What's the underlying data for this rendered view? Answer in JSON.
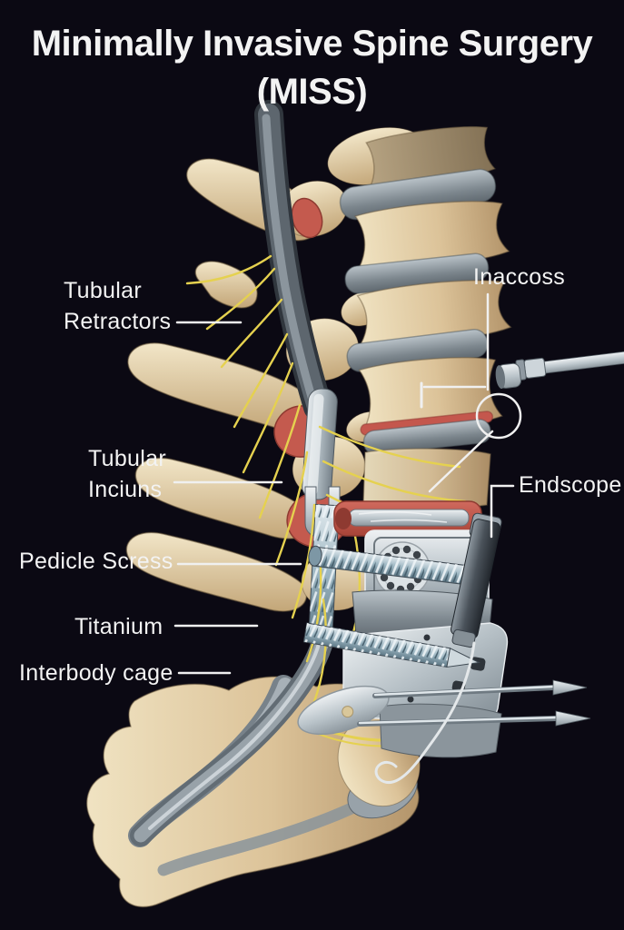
{
  "title": {
    "line1": "Minimally Invasive Spine Surgery",
    "line2": "(MISS)"
  },
  "labels": {
    "tubular_retractors": "Tubular\nRetractors",
    "inaccoss": "Inaccoss",
    "tubular_inciuns": "Tubular\nInciuns",
    "endscope": "Endscope",
    "pedicle_scress": "Pedicle Scress",
    "titanium": "Titanium",
    "interbody_cage": "Interbody cage"
  },
  "colors": {
    "background": "#0b0913",
    "label_text": "#f3f3f3",
    "leader_line": "#f0f0f0",
    "bone": "#e9d8b4",
    "bone_shadow": "#b3946a",
    "disc_gray": "#97a1a9",
    "nerve_yellow": "#e5d14f",
    "inflamed_red": "#c45a4e",
    "metal_silver": "#c3ccd2",
    "screw_teal": "#9cb6c2",
    "cord_gray": "#8b959d"
  }
}
